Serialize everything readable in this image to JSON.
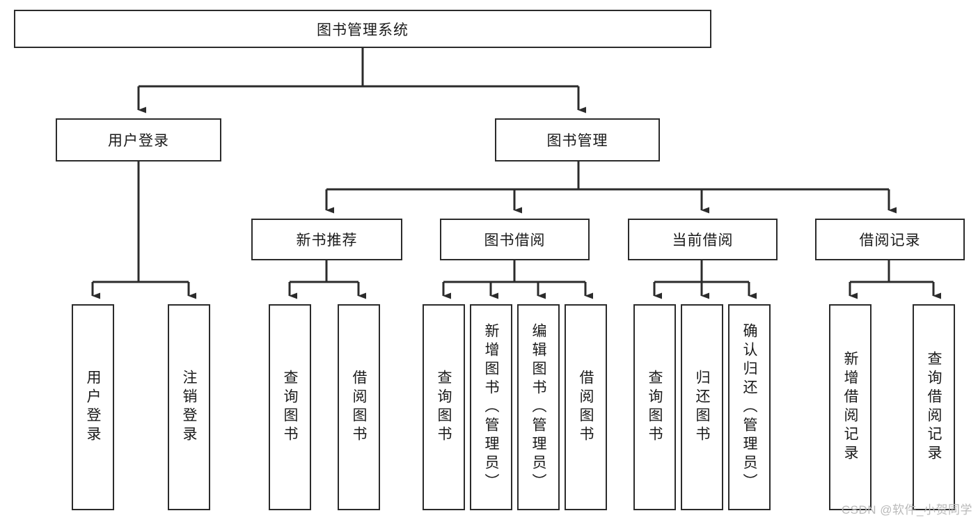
{
  "diagram": {
    "title": "图书管理系统",
    "type": "hierarchy-tree",
    "root": {
      "id": "root",
      "label": "图书管理系统"
    },
    "level2": [
      {
        "id": "user-login",
        "label": "用户登录"
      },
      {
        "id": "book-manage",
        "label": "图书管理"
      }
    ],
    "level3": [
      {
        "id": "new-book-rec",
        "label": "新书推荐",
        "parent": "book-manage"
      },
      {
        "id": "book-borrow",
        "label": "图书借阅",
        "parent": "book-manage"
      },
      {
        "id": "current-borrow",
        "label": "当前借阅",
        "parent": "book-manage"
      },
      {
        "id": "borrow-record",
        "label": "借阅记录",
        "parent": "book-manage"
      }
    ],
    "leaves": [
      {
        "id": "leaf-user-login",
        "label": "用户登录",
        "parent": "user-login"
      },
      {
        "id": "leaf-user-logout",
        "label": "注销登录",
        "parent": "user-login"
      },
      {
        "id": "leaf-query-book-1",
        "label": "查询图书",
        "parent": "new-book-rec"
      },
      {
        "id": "leaf-borrow-book-1",
        "label": "借阅图书",
        "parent": "new-book-rec"
      },
      {
        "id": "leaf-query-book-2",
        "label": "查询图书",
        "parent": "book-borrow"
      },
      {
        "id": "leaf-add-book",
        "label": "新增图书（管理员）",
        "parent": "book-borrow"
      },
      {
        "id": "leaf-edit-book",
        "label": "编辑图书（管理员）",
        "parent": "book-borrow"
      },
      {
        "id": "leaf-borrow-book-2",
        "label": "借阅图书",
        "parent": "book-borrow"
      },
      {
        "id": "leaf-query-book-3",
        "label": "查询图书",
        "parent": "current-borrow"
      },
      {
        "id": "leaf-return-book",
        "label": "归还图书",
        "parent": "current-borrow"
      },
      {
        "id": "leaf-confirm-return",
        "label": "确认归还（管理员）",
        "parent": "current-borrow"
      },
      {
        "id": "leaf-add-record",
        "label": "新增借阅记录",
        "parent": "borrow-record"
      },
      {
        "id": "leaf-query-record",
        "label": "查询借阅记录",
        "parent": "borrow-record"
      }
    ],
    "colors": {
      "stroke": "#2b2b2b",
      "fill": "#ffffff",
      "text": "#1a1a1a",
      "watermark": "#b9b9b9"
    }
  },
  "watermark": {
    "text": "CSDN @软件_小贺同学"
  }
}
